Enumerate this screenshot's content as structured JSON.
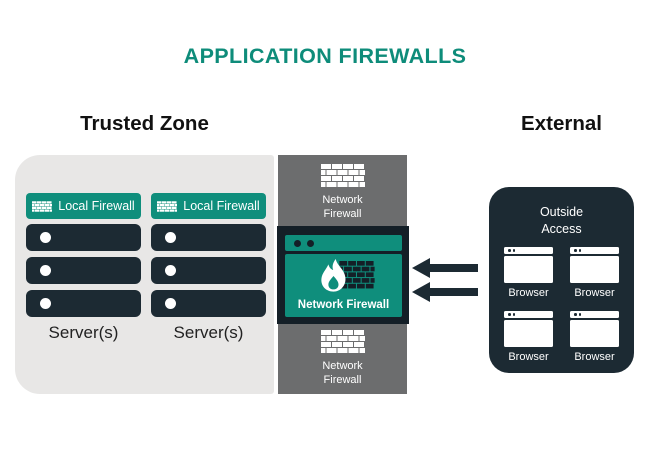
{
  "title": "APPLICATION FIREWALLS",
  "colors": {
    "teal": "#0F8E7C",
    "dark_navy": "#1C2A33",
    "darker_navy": "#141F27",
    "strip_gray": "#6C6D6E",
    "light_gray": "#E8E7E6",
    "title_teal": "#0E8C7A"
  },
  "icons": {
    "firewall": "brick-wall-icon",
    "appliance_flame": "flame-icon",
    "server_led": "led-dot",
    "window_controls": "window-dots"
  },
  "trusted_zone": {
    "heading": "Trusted Zone",
    "columns": [
      {
        "firewall_label": "Local Firewall",
        "server_label": "Server(s)",
        "server_count": 3
      },
      {
        "firewall_label": "Local Firewall",
        "server_label": "Server(s)",
        "server_count": 3
      }
    ]
  },
  "network": {
    "top_label": "Network Firewall",
    "appliance_label": "Network Firewall",
    "bottom_label": "Network Firewall"
  },
  "arrows": {
    "count": 2,
    "direction": "left"
  },
  "external": {
    "heading": "External",
    "box_title": "Outside Access",
    "browsers": [
      "Browser",
      "Browser",
      "Browser",
      "Browser"
    ]
  }
}
